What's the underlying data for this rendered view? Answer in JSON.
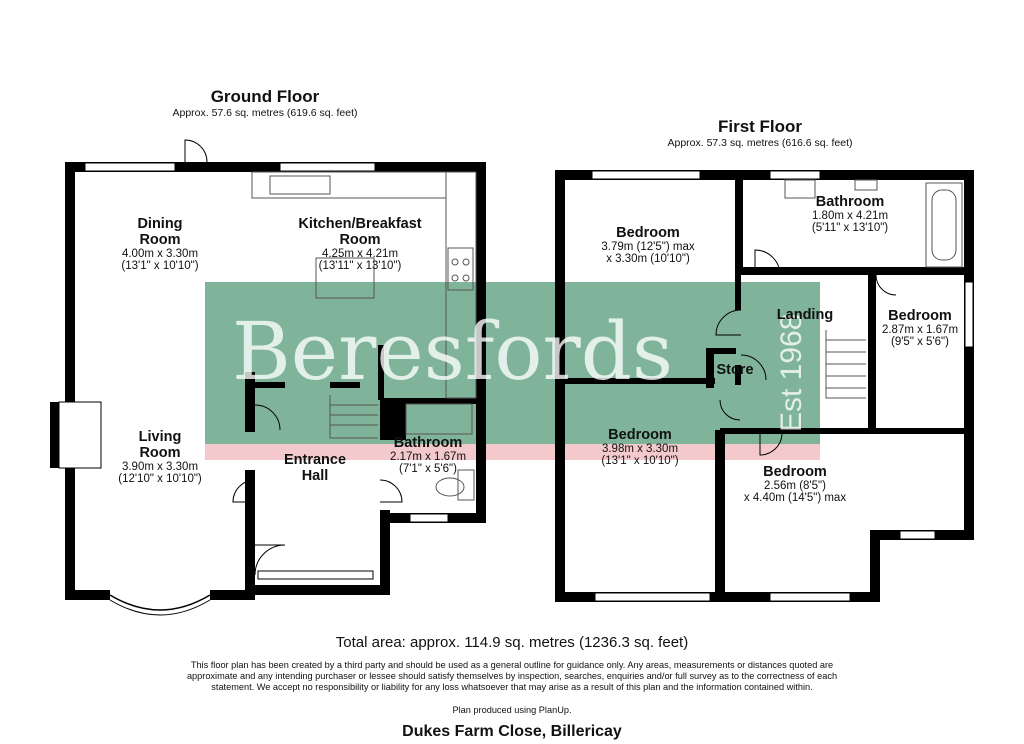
{
  "ground_floor": {
    "title": "Ground Floor",
    "area": "Approx. 57.6 sq. metres (619.6 sq. feet)",
    "rooms": {
      "dining": {
        "name1": "Dining",
        "name2": "Room",
        "dim1": "4.00m x 3.30m",
        "dim2": "(13'1\" x 10'10\")"
      },
      "kitchen": {
        "name1": "Kitchen/Breakfast",
        "name2": "Room",
        "dim1": "4.25m x 4.21m",
        "dim2": "(13'11\" x 13'10\")"
      },
      "living": {
        "name1": "Living",
        "name2": "Room",
        "dim1": "3.90m x 3.30m",
        "dim2": "(12'10\" x 10'10\")"
      },
      "hall": {
        "name1": "Entrance",
        "name2": "Hall"
      },
      "bathroom": {
        "name1": "Bathroom",
        "dim1": "2.17m x 1.67m",
        "dim2": "(7'1\" x 5'6\")"
      }
    }
  },
  "first_floor": {
    "title": "First Floor",
    "area": "Approx. 57.3 sq. metres (616.6 sq. feet)",
    "rooms": {
      "bedroom1": {
        "name1": "Bedroom",
        "dim1": "3.79m (12'5\") max",
        "dim2": "x 3.30m (10'10\")"
      },
      "bathroom": {
        "name1": "Bathroom",
        "dim1": "1.80m x 4.21m",
        "dim2": "(5'11\" x 13'10\")"
      },
      "landing": {
        "name1": "Landing"
      },
      "bedroom2": {
        "name1": "Bedroom",
        "dim1": "2.87m x 1.67m",
        "dim2": "(9'5\" x 5'6\")"
      },
      "store": {
        "name1": "Store"
      },
      "bedroom3": {
        "name1": "Bedroom",
        "dim1": "3.98m x 3.30m",
        "dim2": "(13'1\" x 10'10\")"
      },
      "bedroom4": {
        "name1": "Bedroom",
        "dim1": "2.56m (8'5\")",
        "dim2": "x 4.40m (14'5\") max"
      }
    }
  },
  "watermark": {
    "name": "Beresfords",
    "est": "Est 1968",
    "colors": {
      "panel": "#7fb49a",
      "stripe": "#f3c9cc"
    }
  },
  "footer": {
    "total": "Total area: approx. 114.9 sq. metres (1236.3 sq. feet)",
    "disclaimer": "This floor plan has been created by a third party and should be used as a general outline for guidance only. Any areas, measurements or distances quoted are approximate and any intending purchaser or lessee should satisfy themselves by inspection, searches, enquiries and/or full survey as to the correctness of each statement. We accept no responsibility or liability for any loss whatsoever that may arise as a result of this plan and the information contained within.",
    "credit": "Plan produced using PlanUp.",
    "address": "Dukes Farm Close, Billericay"
  },
  "colors": {
    "wall": "#000000",
    "fixture": "#555555"
  }
}
